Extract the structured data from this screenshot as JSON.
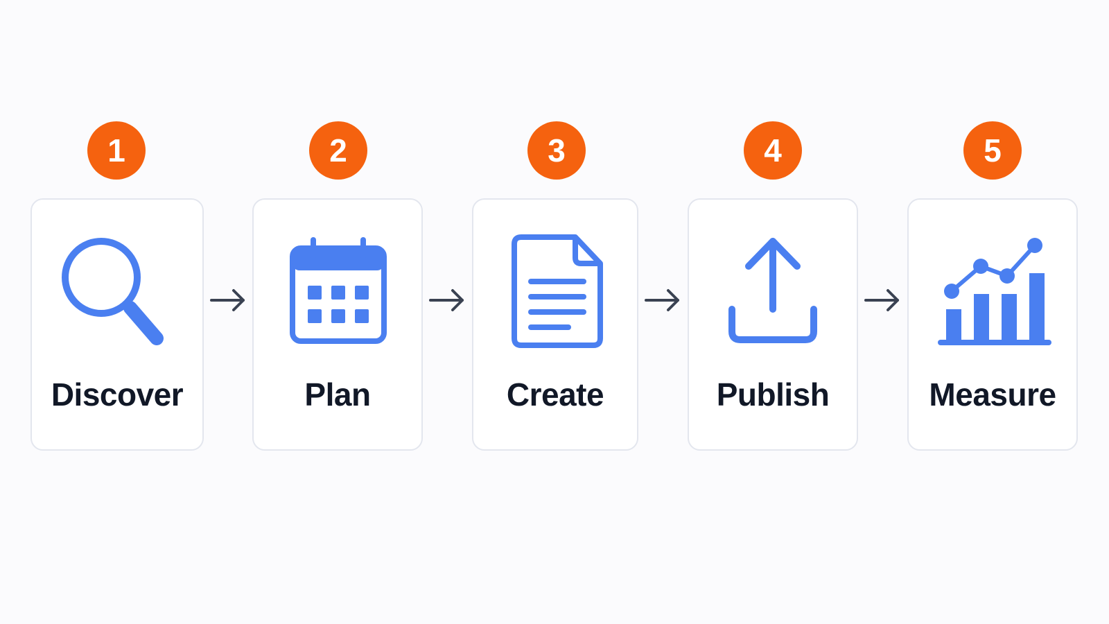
{
  "colors": {
    "badge": "#f5620f",
    "icon": "#4a7ff0",
    "text": "#111827",
    "arrow": "#3a4252",
    "card_border": "#e3e6ee"
  },
  "steps": [
    {
      "number": "1",
      "label": "Discover",
      "icon": "magnifying-glass-icon"
    },
    {
      "number": "2",
      "label": "Plan",
      "icon": "calendar-icon"
    },
    {
      "number": "3",
      "label": "Create",
      "icon": "document-icon"
    },
    {
      "number": "4",
      "label": "Publish",
      "icon": "upload-icon"
    },
    {
      "number": "5",
      "label": "Measure",
      "icon": "growth-chart-icon"
    }
  ]
}
